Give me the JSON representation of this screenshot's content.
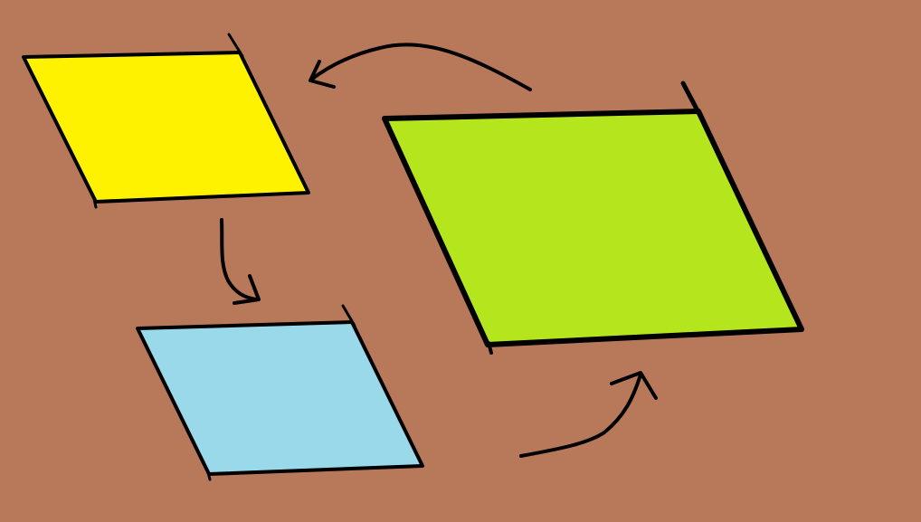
{
  "diagram": {
    "background_color": "#b8785a",
    "stroke_color": "#000000",
    "shapes": [
      {
        "id": "yellow",
        "label": "",
        "shape": "parallelogram",
        "fill": "#fff200"
      },
      {
        "id": "blue",
        "label": "",
        "shape": "parallelogram",
        "fill": "#9ad9ea"
      },
      {
        "id": "green",
        "label": "",
        "shape": "parallelogram",
        "fill": "#b5e61d"
      }
    ],
    "connectors": [
      {
        "from": "green",
        "to": "yellow",
        "style": "curved-arrow",
        "label": ""
      },
      {
        "from": "yellow",
        "to": "blue",
        "style": "curved-arrow",
        "label": ""
      },
      {
        "from": "blue",
        "to": "green",
        "style": "curved-arrow",
        "label": ""
      }
    ]
  }
}
